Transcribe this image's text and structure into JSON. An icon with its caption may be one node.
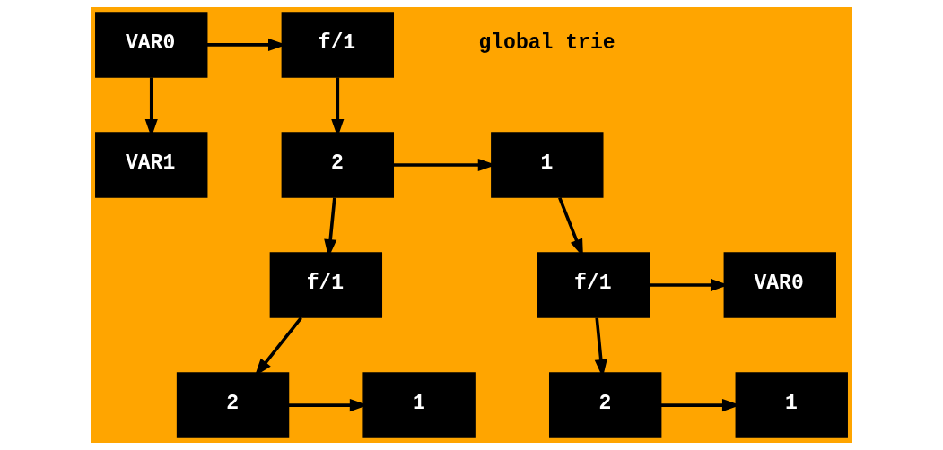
{
  "diagram": {
    "nodes": [
      {
        "text": [
          "VAR0"
        ]
      },
      {
        "text": [
          "f/1"
        ]
      },
      {
        "text": [
          "VAR1"
        ]
      },
      {
        "text": [
          "2"
        ]
      },
      {
        "text": [
          "1"
        ]
      },
      {
        "text": [
          "f/1"
        ]
      },
      {
        "text": [
          "f/1"
        ]
      },
      {
        "text": [
          "VAR0"
        ]
      },
      {
        "text": [
          "2"
        ]
      },
      {
        "text": [
          "1"
        ]
      },
      {
        "text": [
          "2"
        ]
      },
      {
        "text": [
          "1"
        ]
      }
    ],
    "edges": [
      {
        "from": 0,
        "to": 1,
        "arrow": "to"
      },
      {
        "from": 0,
        "to": 2,
        "arrow": "to"
      },
      {
        "from": 1,
        "to": 3,
        "arrow": "to"
      },
      {
        "from": 3,
        "to": 4,
        "arrow": "to"
      },
      {
        "from": 3,
        "to": 5,
        "arrow": "to"
      },
      {
        "from": 4,
        "to": 6,
        "arrow": "to"
      },
      {
        "from": 6,
        "to": 7,
        "arrow": "to"
      },
      {
        "from": 5,
        "to": 8,
        "arrow": "to"
      },
      {
        "from": 6,
        "to": 10,
        "arrow": "to"
      },
      {
        "from": 8,
        "to": 9,
        "arrow": "to"
      },
      {
        "from": 10,
        "to": 11,
        "arrow": "to"
      }
    ],
    "labels": [
      "global trie"
    ]
  }
}
